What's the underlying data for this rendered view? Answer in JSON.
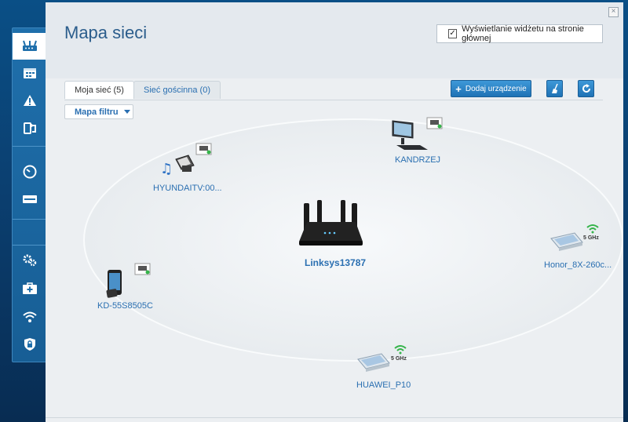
{
  "page": {
    "title": "Mapa sieci",
    "widget_checkbox_label": "Wyświetlanie widżetu na stronie głównej",
    "widget_checked": true
  },
  "tabs": [
    {
      "label": "Moja sieć (5)",
      "active": true
    },
    {
      "label": "Sieć gościnna (0)",
      "active": false
    }
  ],
  "toolbar": {
    "add_device_label": "Dodaj urządzenie",
    "broom_icon": "broom-icon",
    "refresh_icon": "refresh-icon"
  },
  "filter": {
    "label": "Mapa filtru"
  },
  "router": {
    "name": "Linksys13787"
  },
  "devices": [
    {
      "name": "KANDRZEJ",
      "icon": "desktop-computer-icon",
      "connection": "wired"
    },
    {
      "name": "HYUNDAITV:00...",
      "icon": "media-device-icon",
      "connection": "wired"
    },
    {
      "name": "KD-55S8505C",
      "icon": "phone-icon",
      "connection": "wired"
    },
    {
      "name": "Honor_8X-260c...",
      "icon": "unknown-device-icon",
      "connection": "wifi",
      "band": "5 GHz"
    },
    {
      "name": "HUAWEI_P10",
      "icon": "unknown-device-icon",
      "connection": "wifi",
      "band": "5 GHz"
    }
  ],
  "sidebar": {
    "items": [
      {
        "name": "network-map",
        "icon": "router-icon",
        "active": true
      },
      {
        "name": "calendar",
        "icon": "calendar-icon"
      },
      {
        "name": "alert",
        "icon": "warning-icon"
      },
      {
        "name": "update",
        "icon": "update-icon"
      },
      {
        "name": "speed-test",
        "icon": "speedometer-icon"
      },
      {
        "name": "external-storage",
        "icon": "storage-icon"
      },
      {
        "name": "settings",
        "icon": "gear-icon"
      },
      {
        "name": "troubleshooting",
        "icon": "medkit-icon"
      },
      {
        "name": "wifi",
        "icon": "wifi-icon"
      },
      {
        "name": "security",
        "icon": "shield-lock-icon"
      }
    ]
  },
  "colors": {
    "accent": "#2a6fb1",
    "sidebar": "#1f6fab",
    "background": "#0a4f86"
  }
}
